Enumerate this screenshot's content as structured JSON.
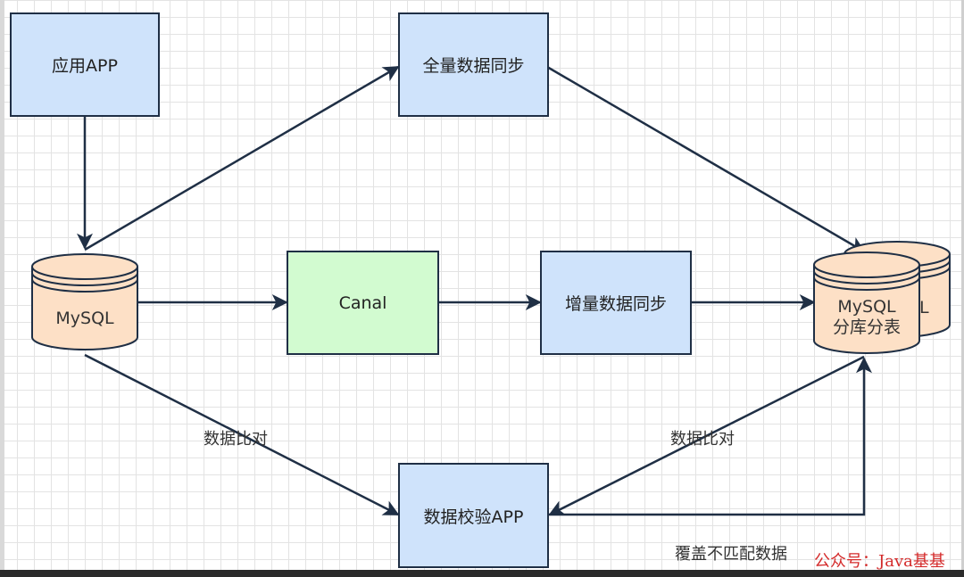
{
  "nodes": {
    "app": "应用APP",
    "full_sync": "全量数据同步",
    "mysql_source": "MySQL",
    "canal": "Canal",
    "incremental_sync": "增量数据同步",
    "mysql_sharded_line1": "MySQL",
    "mysql_sharded_line2": "分库分表",
    "mysql_back_fragment": "L",
    "verify_app": "数据校验APP"
  },
  "edge_labels": {
    "compare_left": "数据比对",
    "compare_right": "数据比对",
    "overwrite": "覆盖不匹配数据"
  },
  "watermark": "公众号：Java基基",
  "colors": {
    "process_fill": "#cfe3fb",
    "canal_fill": "#d2fbd0",
    "db_fill": "#fde0c6",
    "stroke": "#1f2f45",
    "watermark": "#d42a2a"
  }
}
